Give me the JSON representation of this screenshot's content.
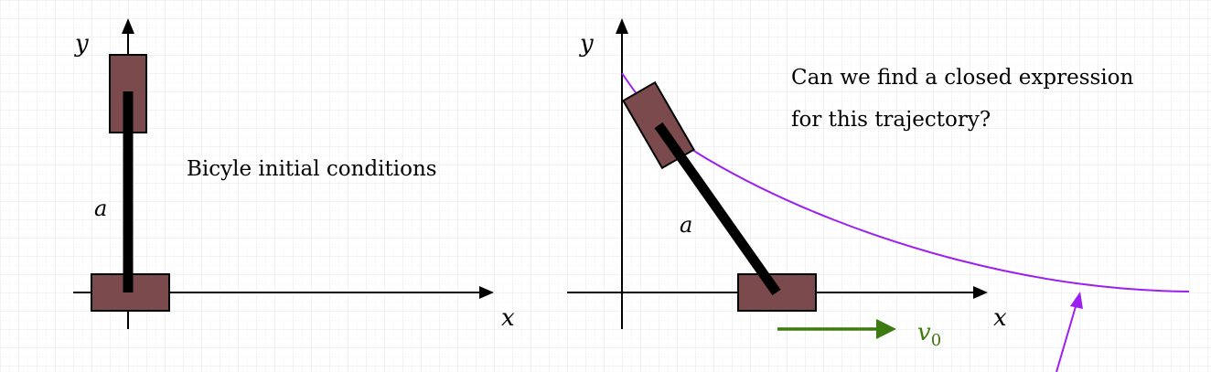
{
  "left_panel": {
    "x_axis_label": "x",
    "y_axis_label": "y",
    "rod_label": "a",
    "caption": "Bicyle initial conditions"
  },
  "right_panel": {
    "x_axis_label": "x",
    "y_axis_label": "y",
    "rod_label": "a",
    "velocity_label": "v",
    "velocity_subscript": "0",
    "question_line1": "Can we find a closed expression",
    "question_line2": "for this trajectory?"
  },
  "colors": {
    "wheel_fill": "#7b4a4c",
    "trajectory": "#9b1ff0",
    "velocity": "#3d7a0f",
    "grid": "#e6e6e6",
    "ink": "#000000"
  }
}
